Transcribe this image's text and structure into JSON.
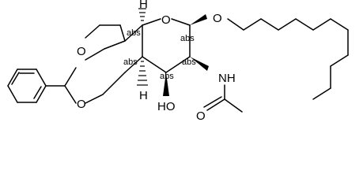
{
  "structure": {
    "atom_labels": {
      "o_ring": "O",
      "o_glycoside": "O",
      "o_acetal_top": "O",
      "o_acetal_left": "O",
      "h_c5": "H",
      "h_c4": "H",
      "oh": "HO",
      "nh": "NH",
      "o_carbonyl": "O"
    },
    "stereo_labels": {
      "c5": "abs",
      "c1": "abs",
      "c4": "abs",
      "c2": "abs",
      "c3": "abs"
    }
  }
}
